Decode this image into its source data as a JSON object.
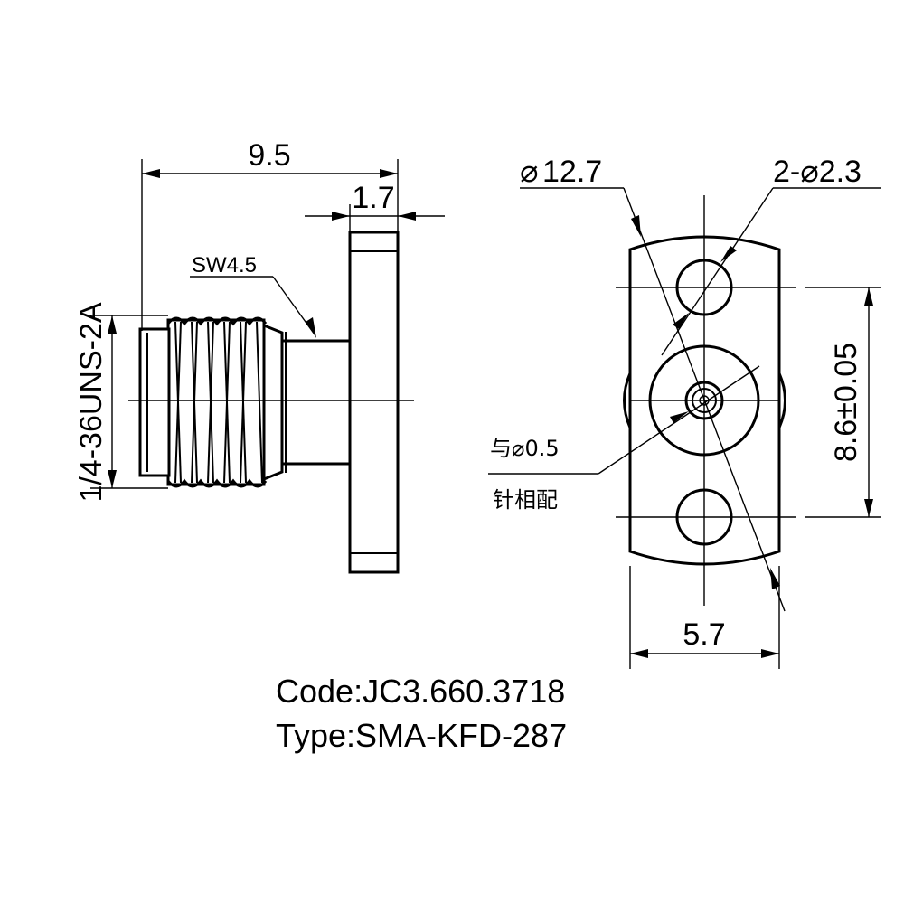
{
  "side_view": {
    "length_label": "9.5",
    "flange_thickness_label": "1.7",
    "wrench_label": "SW4.5",
    "thread_label": "1/4-36UNS-2A"
  },
  "front_view": {
    "flange_diameter_label": "12.7",
    "mounting_holes_label": "2-⌀2.3",
    "pin_note_line1": "与⌀0.5",
    "pin_note_line2": "针相配",
    "hole_spacing_label": "8.6±0.05",
    "width_label": "5.7"
  },
  "info": {
    "code_line": "Code:JC3.660.3718",
    "type_line": "Type:SMA-KFD-287"
  }
}
